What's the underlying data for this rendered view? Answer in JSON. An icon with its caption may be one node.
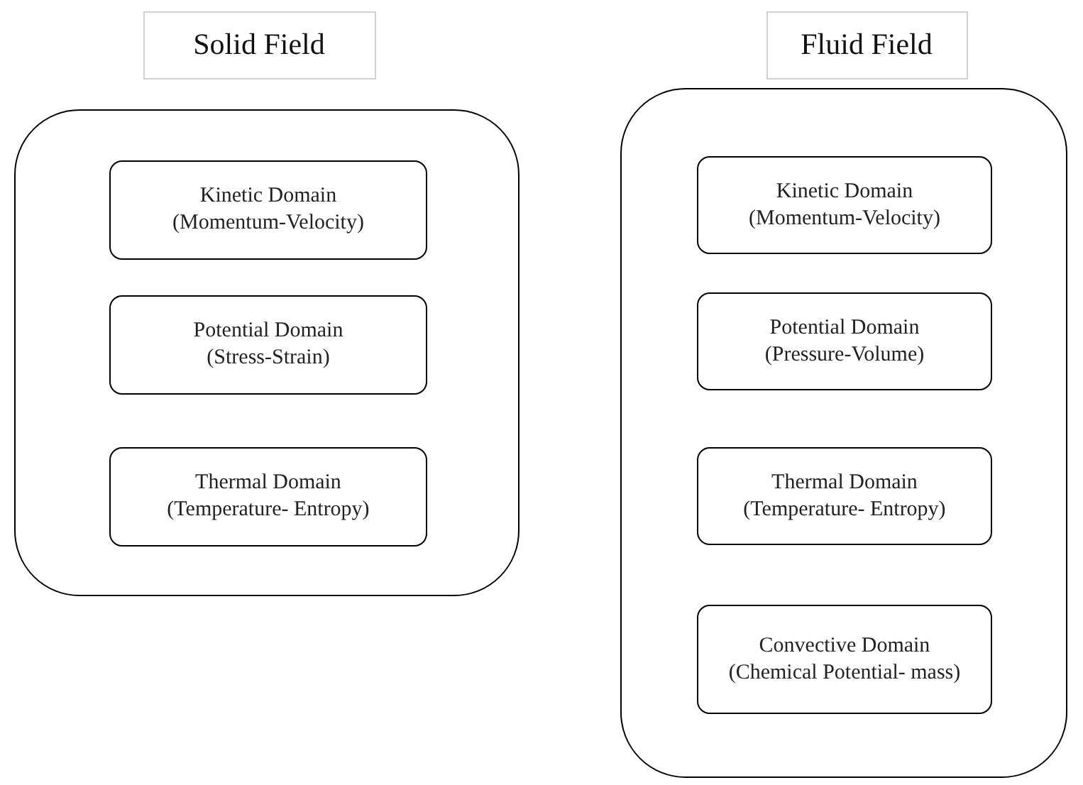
{
  "diagram": {
    "nodes": [
      {
        "text": [
          "Solid Field"
        ]
      },
      {
        "text": [
          "Kinetic Domain",
          "(Momentum-Velocity)"
        ],
        "in": 0
      },
      {
        "text": [
          "Potential Domain",
          "(Stress-Strain)"
        ],
        "in": 0
      },
      {
        "text": [
          "Thermal Domain",
          "(Temperature- Entropy)"
        ],
        "in": 0
      },
      {
        "text": [
          "Fluid Field"
        ]
      },
      {
        "text": [
          "Kinetic Domain",
          "(Momentum-Velocity)"
        ],
        "in": 4
      },
      {
        "text": [
          "Potential Domain",
          "(Pressure-Volume)"
        ],
        "in": 4
      },
      {
        "text": [
          "Thermal Domain",
          "(Temperature- Entropy)"
        ],
        "in": 4
      },
      {
        "text": [
          "Convective Domain",
          "(Chemical Potential- mass)"
        ],
        "in": 4
      }
    ]
  }
}
